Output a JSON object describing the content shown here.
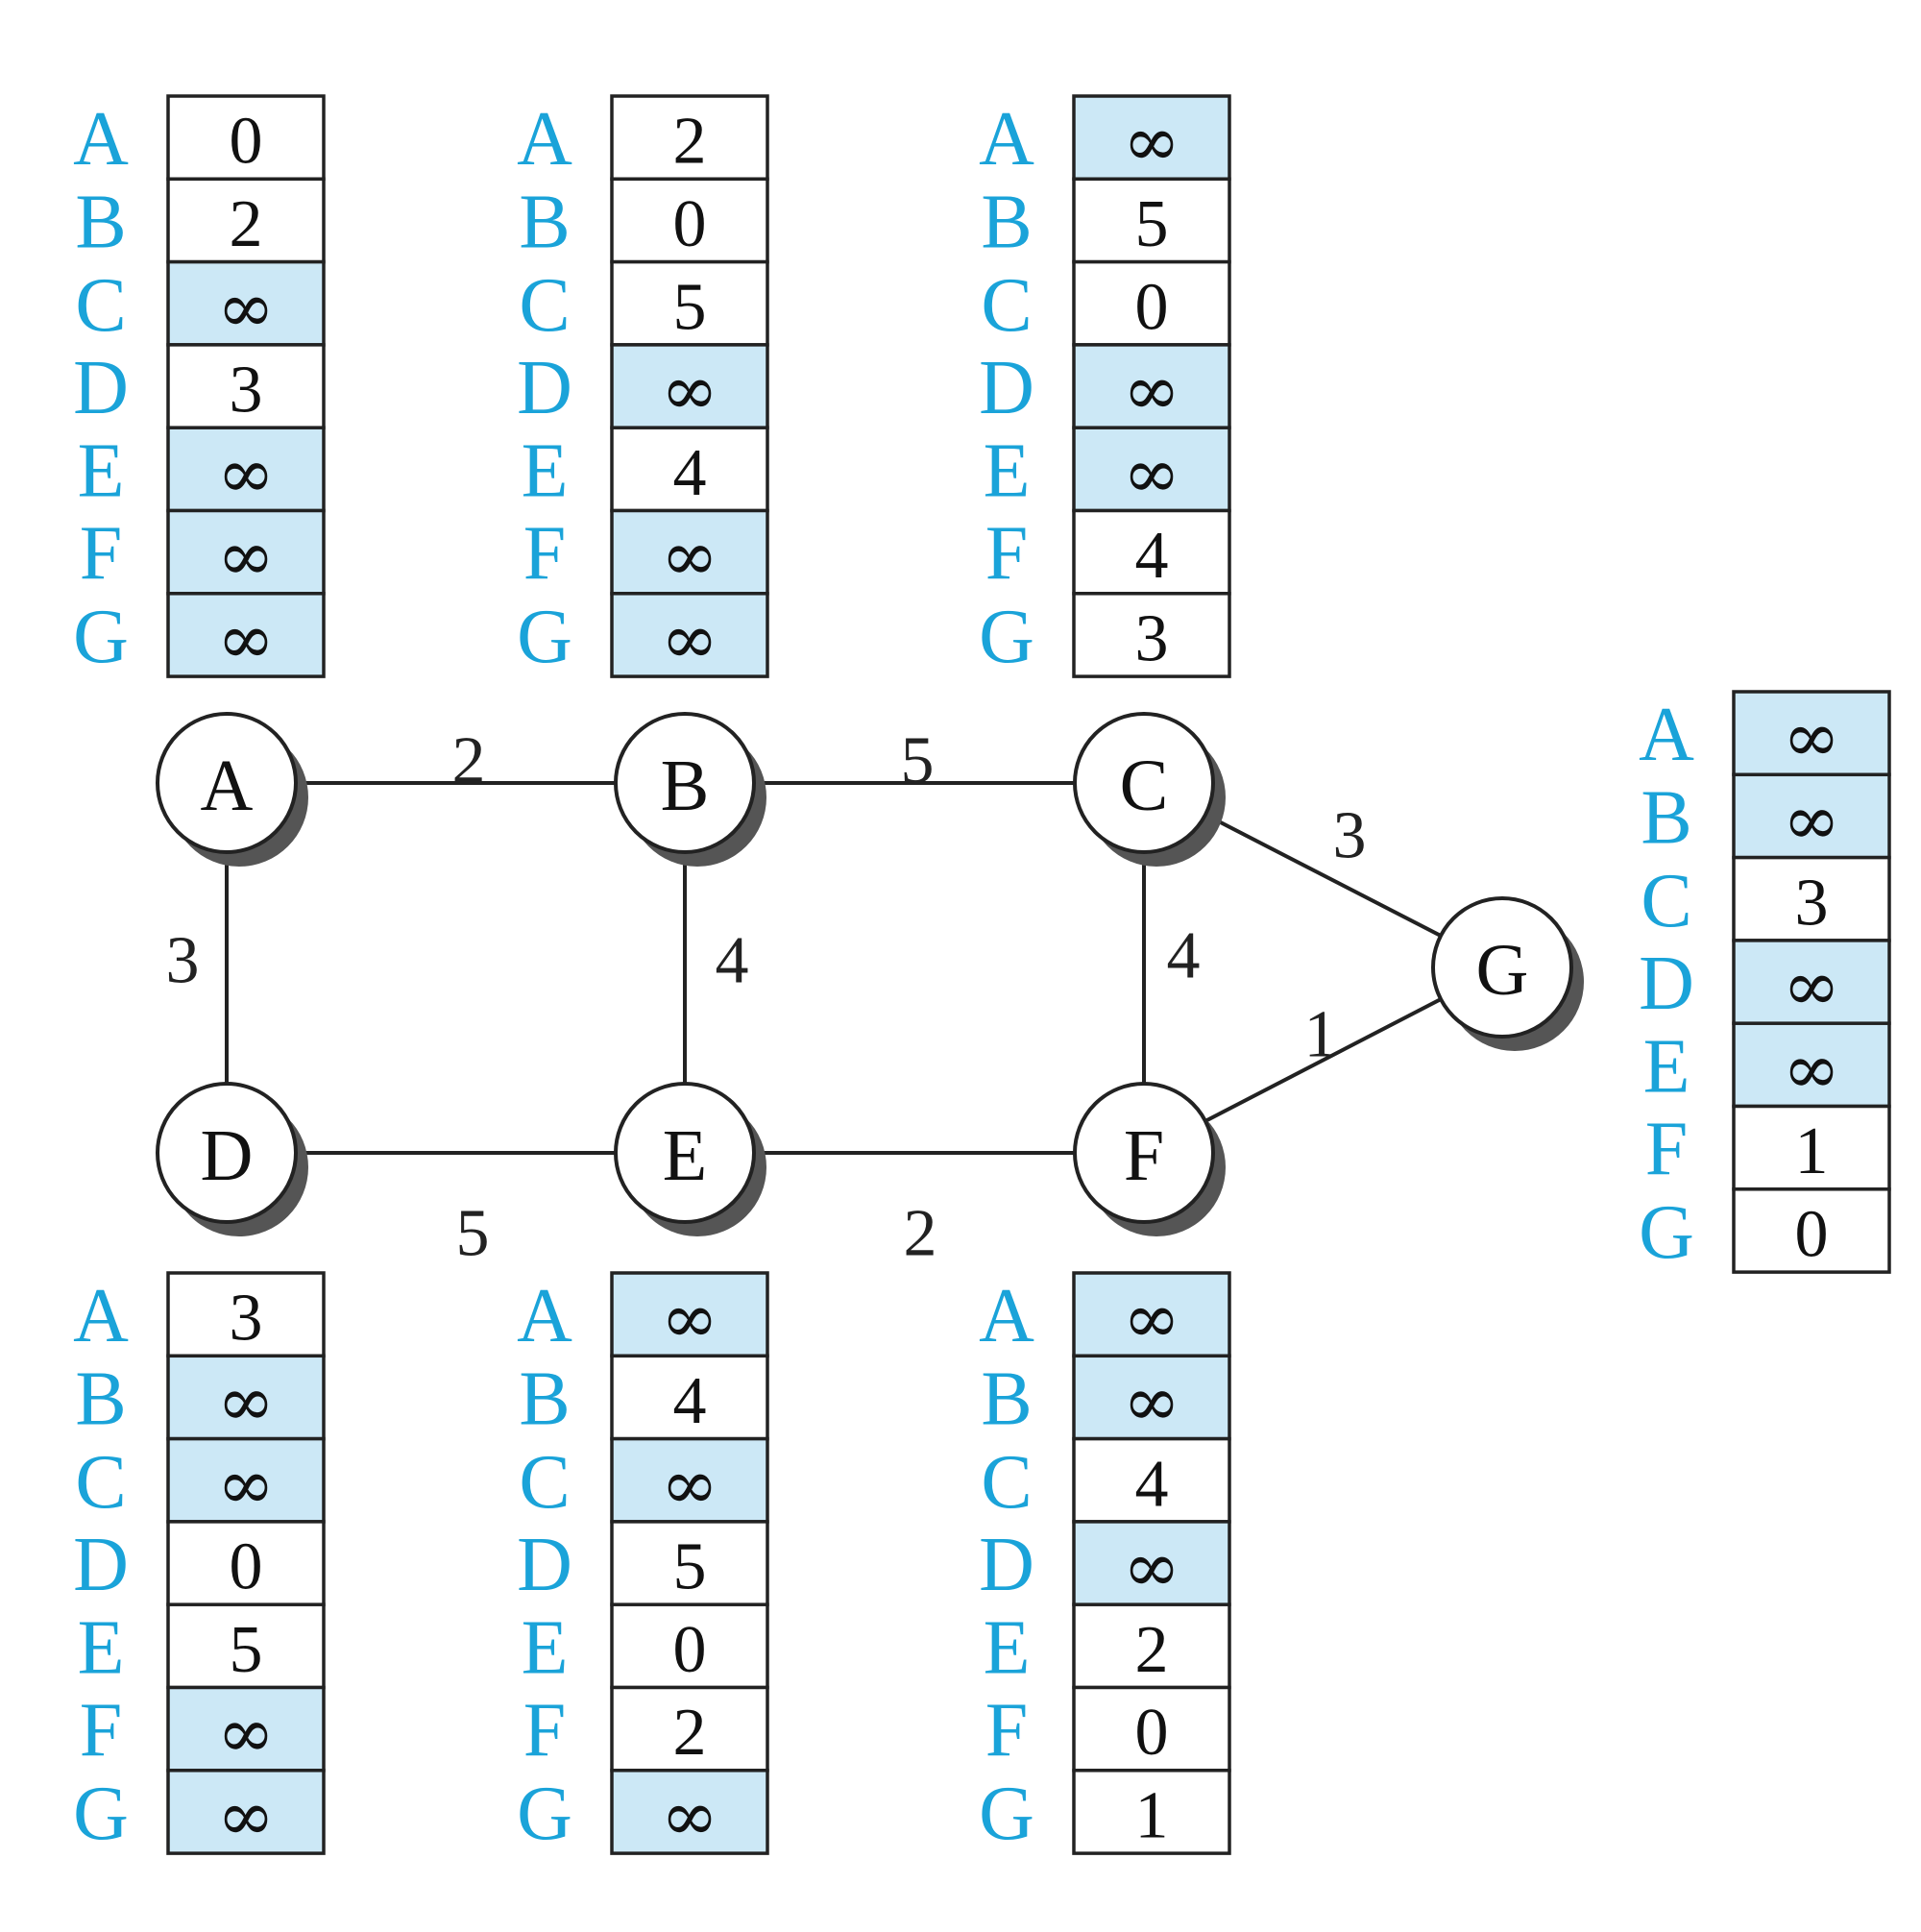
{
  "row_labels": [
    "A",
    "B",
    "C",
    "D",
    "E",
    "F",
    "G"
  ],
  "infinity_symbol": "∞",
  "colors": {
    "row_label": "#1aa3d9",
    "infinite_cell_fill": "#cce8f6",
    "finite_cell_fill": "#ffffff",
    "stroke": "#222222",
    "shadow": "#555555"
  },
  "nodes": [
    {
      "id": "A",
      "label": "A"
    },
    {
      "id": "B",
      "label": "B"
    },
    {
      "id": "C",
      "label": "C"
    },
    {
      "id": "D",
      "label": "D"
    },
    {
      "id": "E",
      "label": "E"
    },
    {
      "id": "F",
      "label": "F"
    },
    {
      "id": "G",
      "label": "G"
    }
  ],
  "edges": [
    {
      "from": "A",
      "to": "B",
      "weight": "2"
    },
    {
      "from": "B",
      "to": "C",
      "weight": "5"
    },
    {
      "from": "C",
      "to": "G",
      "weight": "3"
    },
    {
      "from": "A",
      "to": "D",
      "weight": "3"
    },
    {
      "from": "B",
      "to": "E",
      "weight": "4"
    },
    {
      "from": "C",
      "to": "F",
      "weight": "4"
    },
    {
      "from": "F",
      "to": "G",
      "weight": "1"
    },
    {
      "from": "D",
      "to": "E",
      "weight": "5"
    },
    {
      "from": "E",
      "to": "F",
      "weight": "2"
    }
  ],
  "tables": [
    {
      "node": "A",
      "values": [
        "0",
        "2",
        "∞",
        "3",
        "∞",
        "∞",
        "∞"
      ]
    },
    {
      "node": "B",
      "values": [
        "2",
        "0",
        "5",
        "∞",
        "4",
        "∞",
        "∞"
      ]
    },
    {
      "node": "C",
      "values": [
        "∞",
        "5",
        "0",
        "∞",
        "∞",
        "4",
        "3"
      ]
    },
    {
      "node": "G",
      "values": [
        "∞",
        "∞",
        "3",
        "∞",
        "∞",
        "1",
        "0"
      ]
    },
    {
      "node": "D",
      "values": [
        "3",
        "∞",
        "∞",
        "0",
        "5",
        "∞",
        "∞"
      ]
    },
    {
      "node": "E",
      "values": [
        "∞",
        "4",
        "∞",
        "5",
        "0",
        "2",
        "∞"
      ]
    },
    {
      "node": "F",
      "values": [
        "∞",
        "∞",
        "4",
        "∞",
        "2",
        "0",
        "1"
      ]
    }
  ]
}
